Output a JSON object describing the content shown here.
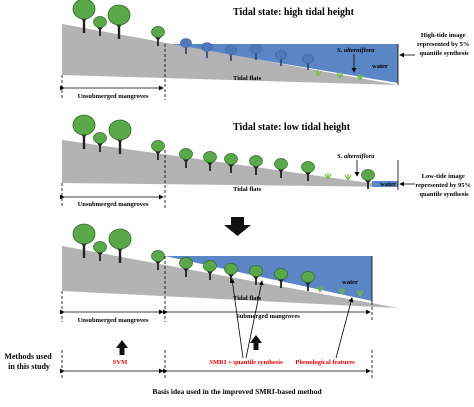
{
  "panel_top": {
    "title": "Tidal state: high tidal height",
    "species_label": "S. alterniflora",
    "water_label": "water",
    "flats_label": "Tidal flats",
    "note_line1": "High-tide image",
    "note_line2": "represented by 5%",
    "note_line3": "quantile synthesis",
    "span_label": "Unsubmerged mangroves"
  },
  "panel_middle": {
    "title": "Tidal state: low tidal height",
    "species_label": "S. alterniflora",
    "water_label": "water",
    "flats_label": "Tidal flats",
    "note_line1": "Low-tide image",
    "note_line2": "represented by 95%",
    "note_line3": "quantile synthesis",
    "span_label": "Unsubmerged mangroves"
  },
  "panel_bottom": {
    "water_label": "water",
    "flats_label": "Tidal flats",
    "span_left_label": "Unsubmerged mangroves",
    "span_right_label": "Submerged mangroves"
  },
  "methods": {
    "heading_line1": "Methods used",
    "heading_line2": "in this study",
    "svm": "SVM",
    "smri": "SMRI + quantile synthesis",
    "phenology": "Phenological features"
  },
  "caption": "Basis idea used in the improved SMRI-based method",
  "colors": {
    "ground": "#b3b3b3",
    "water": "#5b86c6",
    "tree_crown": "#5aa84a",
    "trunk": "#222222",
    "method_text": "#e00000",
    "grass": "#6cc03a"
  }
}
